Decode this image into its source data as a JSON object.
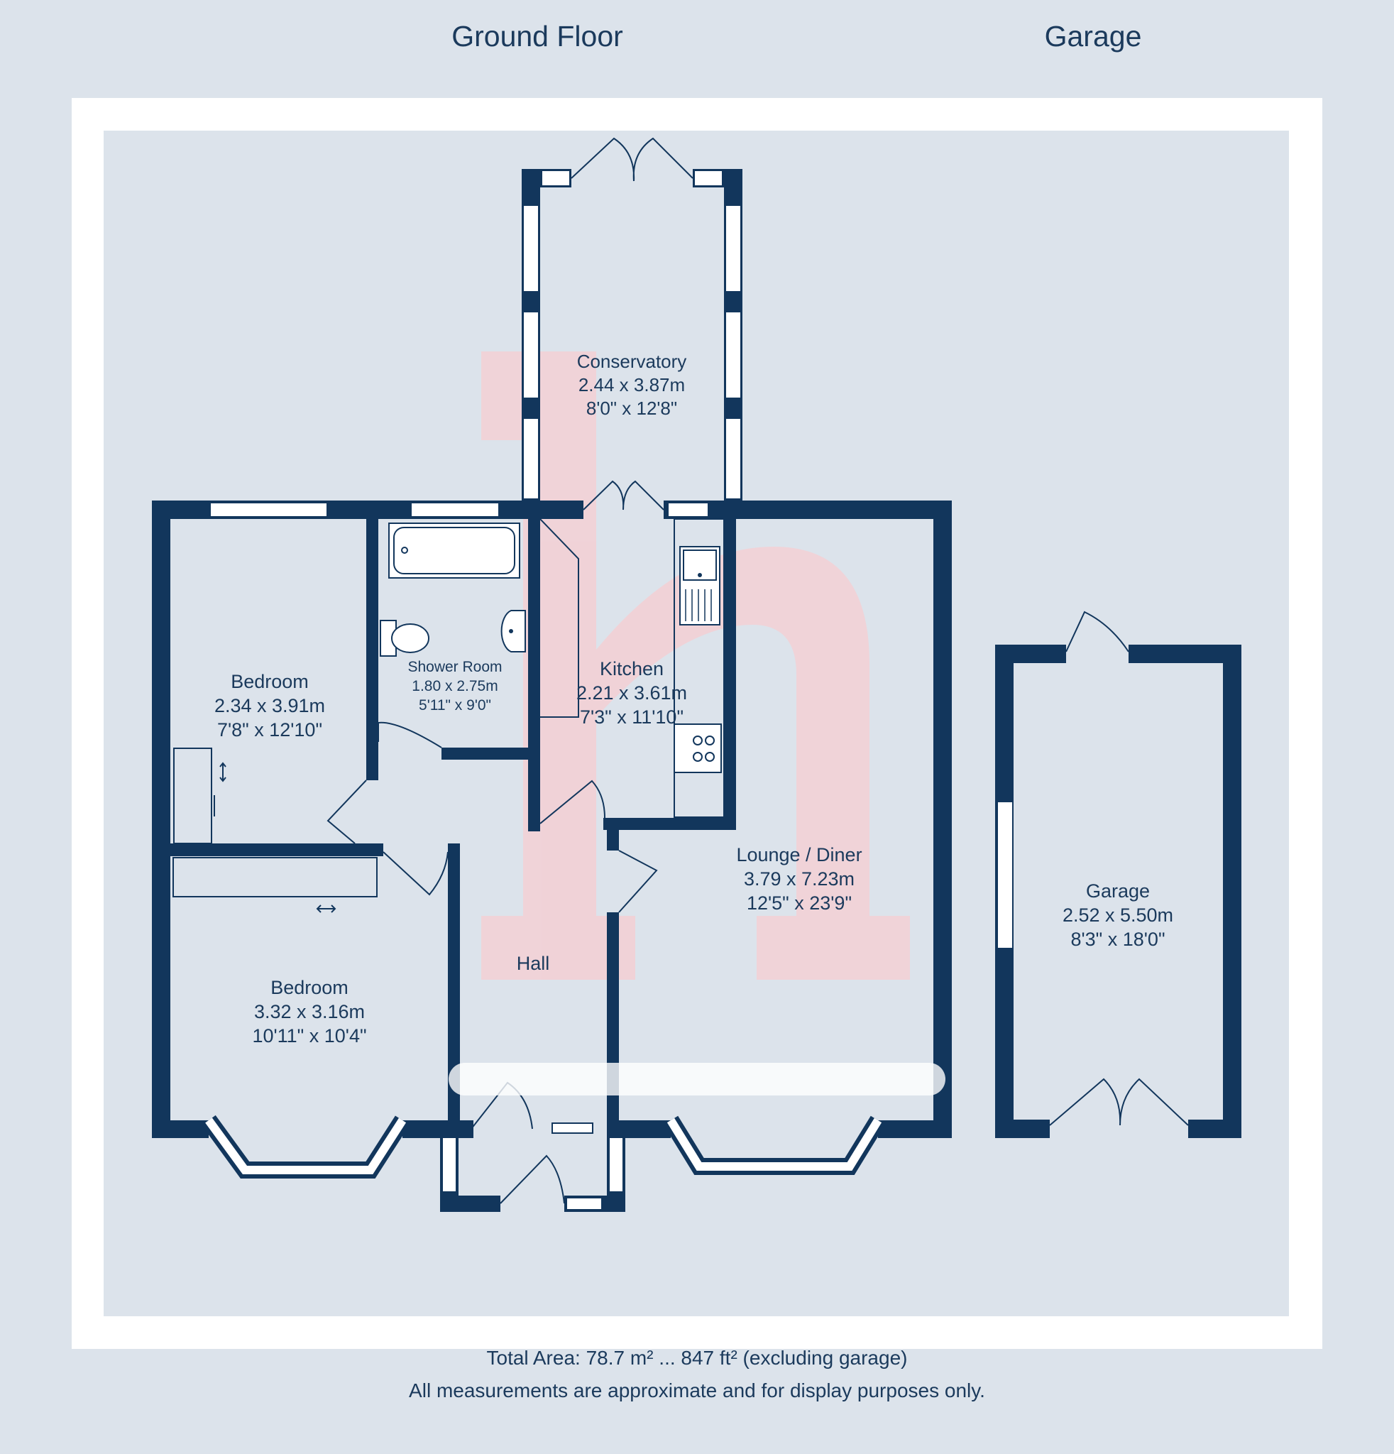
{
  "headings": {
    "ground_floor": "Ground Floor",
    "garage": "Garage"
  },
  "rooms": {
    "conservatory": {
      "name": "Conservatory",
      "metric": "2.44 x 3.87m",
      "imperial": "8'0\" x 12'8\""
    },
    "bedroom_1": {
      "name": "Bedroom",
      "metric": "2.34 x 3.91m",
      "imperial": "7'8\" x 12'10\""
    },
    "shower_room": {
      "name": "Shower Room",
      "metric": "1.80 x 2.75m",
      "imperial": "5'11\" x 9'0\""
    },
    "kitchen": {
      "name": "Kitchen",
      "metric": "2.21 x 3.61m",
      "imperial": "7'3\" x 11'10\""
    },
    "lounge_diner": {
      "name": "Lounge / Diner",
      "metric": "3.79 x 7.23m",
      "imperial": "12'5\" x 23'9\""
    },
    "bedroom_2": {
      "name": "Bedroom",
      "metric": "3.32 x 3.16m",
      "imperial": "10'11\" x 10'4\""
    },
    "hall": {
      "name": "Hall"
    },
    "garage": {
      "name": "Garage",
      "metric": "2.52 x 5.50m",
      "imperial": "8'3\" x 18'0\""
    }
  },
  "footer": {
    "total_area": "Total Area: 78.7 m² ... 847 ft² (excluding garage)",
    "disclaimer": "All measurements are approximate and for display purposes only."
  },
  "colors": {
    "background": "#dce3eb",
    "wall": "#12365c",
    "frame": "#ffffff",
    "watermark": "#f7cdd1"
  }
}
